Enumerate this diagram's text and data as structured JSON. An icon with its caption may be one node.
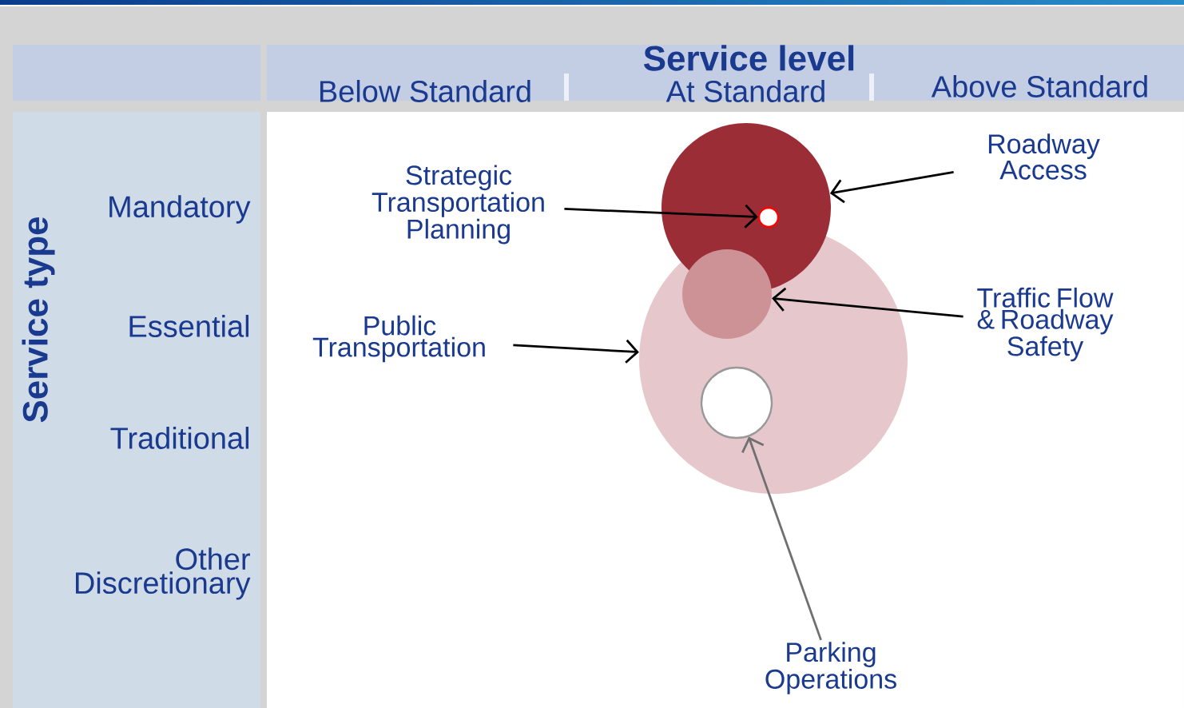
{
  "diagram": {
    "nodes": [
      {
        "text": [],
        "shape": "circle"
      },
      {
        "text": [],
        "shape": "circle",
        "in": 0
      },
      {
        "text": [
          "Strategic Transportation Planning"
        ]
      },
      {
        "text": [
          "Roadway Access"
        ]
      },
      {
        "text": [],
        "shape": "circle",
        "in": 5
      },
      {
        "text": [],
        "shape": "circle"
      },
      {
        "text": [],
        "shape": "circle",
        "in": 5
      },
      {
        "text": [
          "Traffic Flow & Roadway Safety"
        ]
      },
      {
        "text": [
          "Public Transportation"
        ]
      },
      {
        "text": [
          "Parking Operations"
        ]
      }
    ],
    "edges": [
      {
        "from": 2,
        "to": 1,
        "arrow": "to"
      },
      {
        "from": 3,
        "to": 0,
        "arrow": "to"
      },
      {
        "from": 7,
        "to": 4,
        "arrow": "to"
      },
      {
        "from": 8,
        "to": 5,
        "arrow": "to"
      },
      {
        "from": 9,
        "to": 6,
        "arrow": "to",
        "color": "#707070"
      }
    ],
    "labels": [
      "Service level",
      "Below Standard",
      "At Standard",
      "Above Standard",
      "Service type",
      "Mandatory",
      "Essential",
      "Traditional",
      "Other Discretionary"
    ]
  }
}
